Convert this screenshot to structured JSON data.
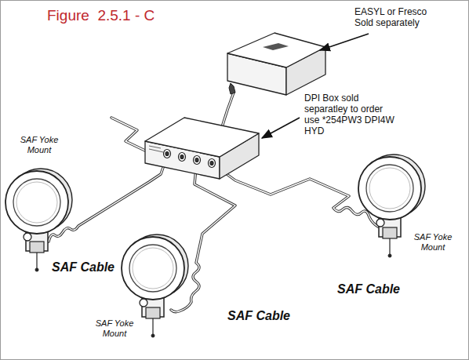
{
  "diagram": {
    "title": "Figure  2.5.1 - C",
    "labels": [
      "EASYL or Fresco Sold separately",
      "DPI Box sold separatley to order use *254PW3 DPI4W HYD",
      "SAF Yoke Mount",
      "SAF Cable",
      "SAF Yoke Mount",
      "SAF Cable",
      "SAF Yoke Mount",
      "SAF Cable"
    ]
  }
}
